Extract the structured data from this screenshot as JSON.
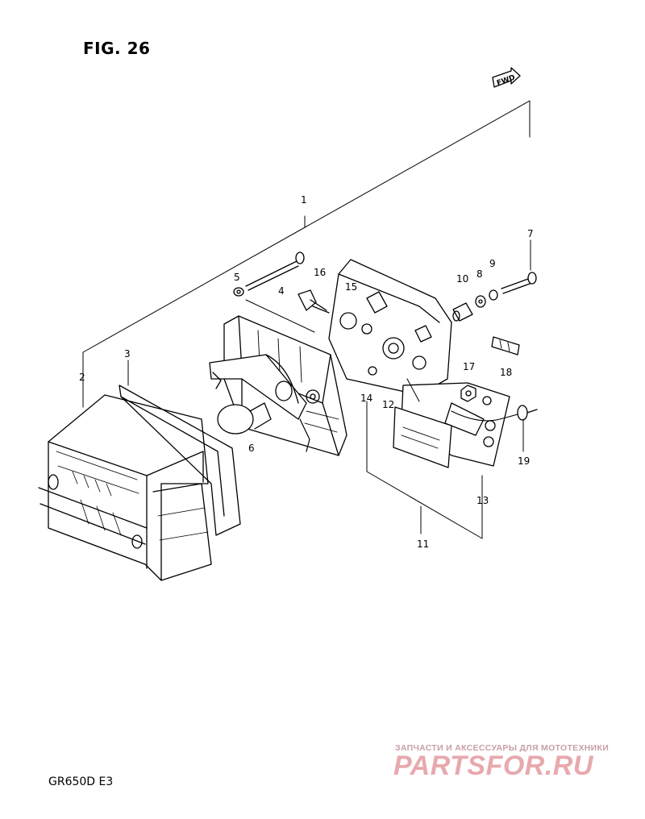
{
  "header": {
    "figure_title": "FIG. 26"
  },
  "footer": {
    "model_code": "GR650D  E3"
  },
  "orientation_arrow": {
    "label": "FWD",
    "icon": "forward-arrow-icon"
  },
  "watermark": {
    "caption": "ЗАПЧАСТИ И АКСЕССУАРЫ ДЛЯ МОТОТЕХНИКИ",
    "logo": "PARTSFOR.RU",
    "color": "#e7a9ae"
  },
  "part_labels": [
    {
      "ref": "1"
    },
    {
      "ref": "2"
    },
    {
      "ref": "3"
    },
    {
      "ref": "4"
    },
    {
      "ref": "5"
    },
    {
      "ref": "6"
    },
    {
      "ref": "7"
    },
    {
      "ref": "8"
    },
    {
      "ref": "9"
    },
    {
      "ref": "10"
    },
    {
      "ref": "11"
    },
    {
      "ref": "12"
    },
    {
      "ref": "13"
    },
    {
      "ref": "14"
    },
    {
      "ref": "15"
    },
    {
      "ref": "16"
    },
    {
      "ref": "17"
    },
    {
      "ref": "18"
    },
    {
      "ref": "19"
    }
  ]
}
